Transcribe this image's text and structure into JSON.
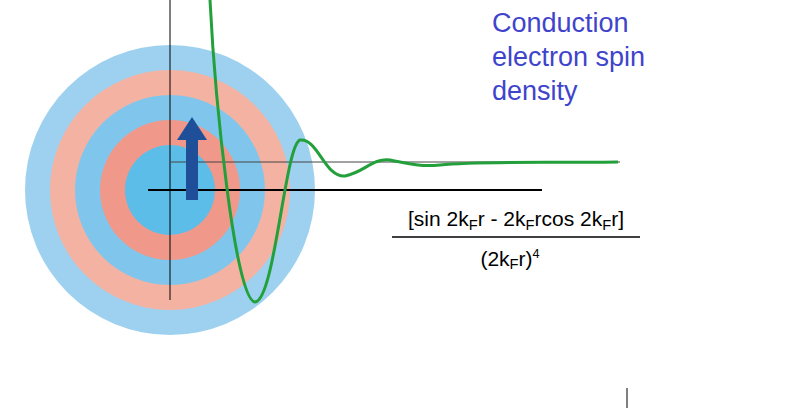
{
  "diagram": {
    "labels": [
      "Conduction electron spin density",
      "[sin 2kFr - 2kFrcos 2kFr]",
      "(2kFr)4"
    ]
  }
}
